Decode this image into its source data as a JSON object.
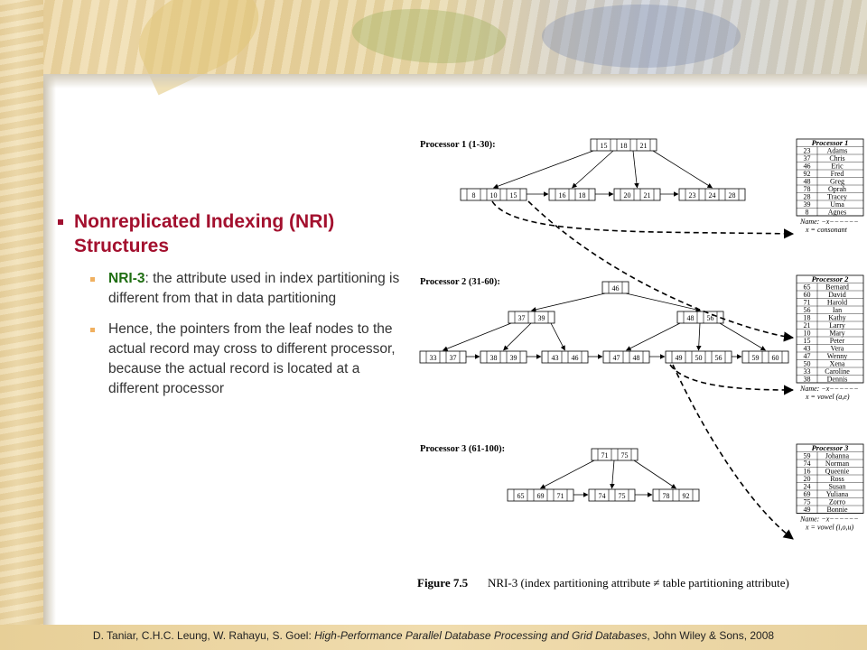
{
  "slide": {
    "bullet_title": "Nonreplicated Indexing (NRI) Structures",
    "sub1_label": "NRI-3",
    "sub1_text": ": the attribute used in index partitioning is different from that in data partitioning",
    "sub2_text": "Hence, the pointers from the leaf nodes to the actual record may cross to different processor, because the actual record is located at a different processor"
  },
  "footer": {
    "authors": "D. Taniar, C.H.C. Leung, W. Rahayu, S. Goel: ",
    "book": "High-Performance Parallel Database Processing and Grid Databases",
    "publisher": ", John Wiley & Sons, 2008"
  },
  "figure": {
    "caption_label": "Figure 7.5",
    "caption_text": "NRI-3 (index partitioning attribute ≠ table partitioning attribute)",
    "processors": [
      {
        "label": "Processor 1 (1-30):",
        "root": [
          "15",
          "18",
          "21"
        ],
        "leaves": [
          [
            "8",
            "10",
            "15"
          ],
          [
            "16",
            "18"
          ],
          [
            "20",
            "21"
          ],
          [
            "23",
            "24",
            "28"
          ]
        ],
        "table": {
          "title": "Processor 1",
          "rows": [
            [
              "23",
              "Adams"
            ],
            [
              "37",
              "Chris"
            ],
            [
              "46",
              "Eric"
            ],
            [
              "92",
              "Fred"
            ],
            [
              "48",
              "Greg"
            ],
            [
              "78",
              "Oprah"
            ],
            [
              "28",
              "Tracey"
            ],
            [
              "39",
              "Uma"
            ],
            [
              "8",
              "Agnes"
            ]
          ],
          "note1": "Name: −x−−−−−−",
          "note2": "x = consonant"
        }
      },
      {
        "label": "Processor 2 (31-60):",
        "root": [
          "46"
        ],
        "mid": [
          [
            "37",
            "39"
          ],
          [
            "48",
            "56"
          ]
        ],
        "leaves": [
          [
            "33",
            "37"
          ],
          [
            "38",
            "39"
          ],
          [
            "43",
            "46"
          ],
          [
            "47",
            "48"
          ],
          [
            "49",
            "50",
            "56"
          ],
          [
            "59",
            "60"
          ]
        ],
        "table": {
          "title": "Processor 2",
          "rows": [
            [
              "65",
              "Bernard"
            ],
            [
              "60",
              "David"
            ],
            [
              "71",
              "Harold"
            ],
            [
              "56",
              "Ian"
            ],
            [
              "18",
              "Kathy"
            ],
            [
              "21",
              "Larry"
            ],
            [
              "10",
              "Mary"
            ],
            [
              "15",
              "Peter"
            ],
            [
              "43",
              "Vera"
            ],
            [
              "47",
              "Wenny"
            ],
            [
              "50",
              "Xena"
            ],
            [
              "33",
              "Caroline"
            ],
            [
              "38",
              "Dennis"
            ]
          ],
          "note1": "Name: −x−−−−−−",
          "note2": "x = vowel (a,e)"
        }
      },
      {
        "label": "Processor 3 (61-100):",
        "root": [
          "71",
          "75"
        ],
        "leaves": [
          [
            "65",
            "69",
            "71"
          ],
          [
            "74",
            "75"
          ],
          [
            "78",
            "92"
          ]
        ],
        "table": {
          "title": "Processor 3",
          "rows": [
            [
              "59",
              "Johanna"
            ],
            [
              "74",
              "Norman"
            ],
            [
              "16",
              "Queenie"
            ],
            [
              "20",
              "Ross"
            ],
            [
              "24",
              "Susan"
            ],
            [
              "69",
              "Yuliana"
            ],
            [
              "75",
              "Zorro"
            ],
            [
              "49",
              "Bonnie"
            ]
          ],
          "note1": "Name: −x−−−−−−",
          "note2": "x = vowel (i,o,u)"
        }
      }
    ]
  }
}
